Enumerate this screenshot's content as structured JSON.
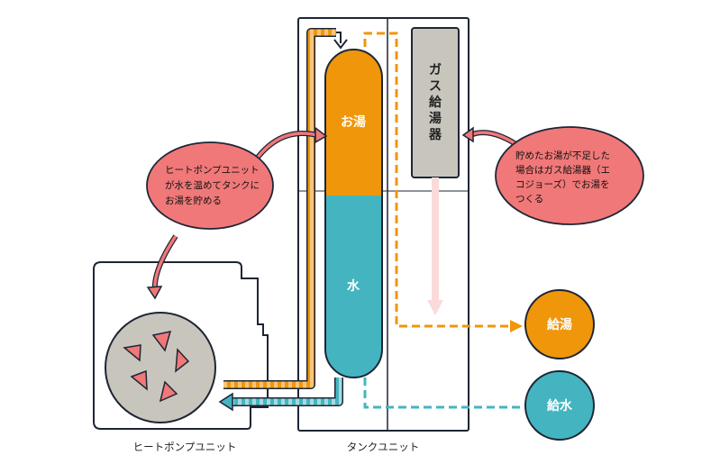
{
  "labels": {
    "hot_water": "お湯",
    "water": "水",
    "gas_heater": "ガス給湯器",
    "supply_hot": "給湯",
    "supply_water": "給水",
    "heat_pump_unit": "ヒートポンプユニット",
    "tank_unit": "タンクユニット"
  },
  "bubbles": {
    "heat_pump": [
      "ヒートポンプユニット",
      "が水を温めてタンクに",
      "お湯を貯める"
    ],
    "gas": [
      "貯めたお湯が不足した",
      "場合はガス給湯器（エ",
      "コジョーズ）でお湯を",
      "つくる"
    ]
  },
  "colors": {
    "hot": "#f0960a",
    "water": "#44b5c0",
    "bubble": "#f07878",
    "gas_box": "#c8c5bc",
    "fan": "#c8c5bc",
    "outline": "#1e2535"
  }
}
